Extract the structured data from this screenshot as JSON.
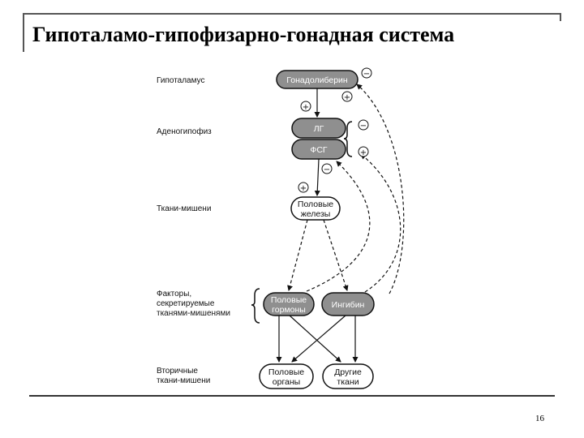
{
  "slide": {
    "title": "Гипоталамо-гипофизарно-гонадная система",
    "page_number": "16"
  },
  "levels": {
    "hypothalamus": "Гипоталамус",
    "adenohypophysis": "Аденогипофиз",
    "targets": "Ткани-мишени",
    "factors": [
      "Факторы,",
      "секретируемые",
      "тканями-мишенями"
    ],
    "secondary": [
      "Вторичные",
      "ткани-мишени"
    ]
  },
  "nodes": {
    "gonadoliberin": "Гонадолиберин",
    "lh": "ЛГ",
    "fsh": "ФСГ",
    "gonads": [
      "Половые",
      "железы"
    ],
    "sex_hormones": [
      "Половые",
      "гормоны"
    ],
    "inhibin": "Ингибин",
    "sex_organs": [
      "Половые",
      "органы"
    ],
    "other_tissues": [
      "Другие",
      "ткани"
    ]
  },
  "signs": {
    "plus": "+",
    "minus": "−"
  },
  "colors": {
    "node_fill": "#8f8f8f",
    "outline": "#111111",
    "frame": "#555555"
  }
}
